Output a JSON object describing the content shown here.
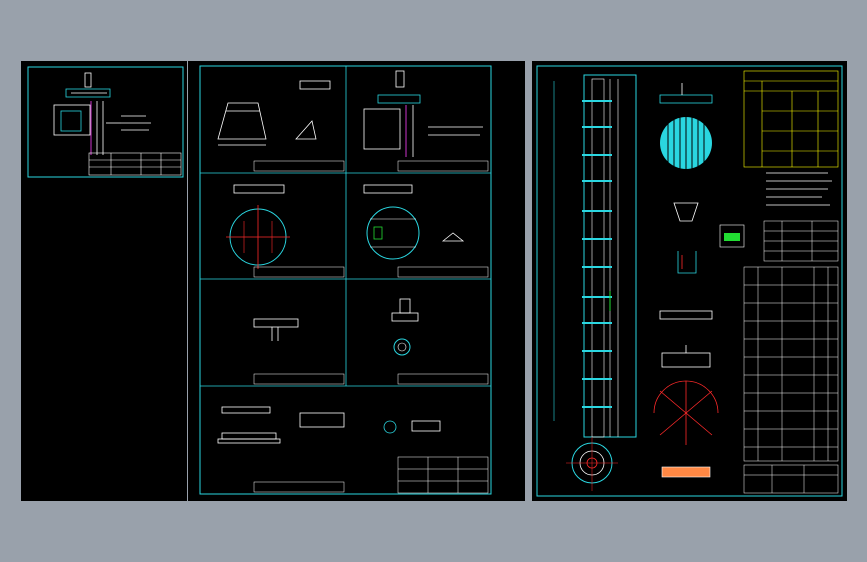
{
  "colors": {
    "background": "#99a1ab",
    "paper": "#000000",
    "frame": "#2ad6e0",
    "line": "#ffffff",
    "accent_red": "#ff2a2a",
    "accent_yellow": "#ffff00",
    "accent_green": "#22dd33",
    "accent_magenta": "#ff40ff"
  },
  "sheets": [
    {
      "name": "sheet-left-small",
      "content": "assembly-detail"
    },
    {
      "name": "sheet-middle-parts",
      "content": "parts-drawings"
    },
    {
      "name": "sheet-right-tower",
      "content": "column-assembly"
    }
  ]
}
